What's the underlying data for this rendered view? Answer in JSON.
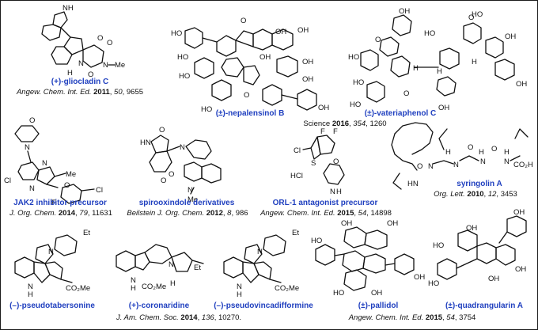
{
  "compounds": [
    {
      "key": "gliocladin",
      "name": "(+)-gliocladin C",
      "journal": "Angew. Chem. Int. Ed.",
      "year": "2011",
      "volume": "50",
      "page": "9655"
    },
    {
      "key": "nepalensinol",
      "name": "(±)-nepalensinol B",
      "journal": "",
      "year": "",
      "volume": "",
      "page": ""
    },
    {
      "key": "vateriaphenol",
      "name": "(±)-vateriaphenol C",
      "journal": "",
      "year": "",
      "volume": "",
      "page": ""
    },
    {
      "key": "jak2",
      "name": "JAK2 inhibitor precursor",
      "journal": "J. Org. Chem.",
      "year": "2014",
      "volume": "79",
      "page": "11631"
    },
    {
      "key": "spirooxindole",
      "name": "spirooxindole derivatives",
      "journal": "Beilstein J. Org. Chem.",
      "year": "2012",
      "volume": "8",
      "page": "986"
    },
    {
      "key": "orl1",
      "name": "ORL-1 antagonist precursor",
      "journal": "Angew. Chem. Int. Ed.",
      "year": "2015",
      "volume": "54",
      "page": "14898"
    },
    {
      "key": "syringolin",
      "name": "syringolin A",
      "journal": "Org. Lett.",
      "year": "2010",
      "volume": "12",
      "page": "3453"
    },
    {
      "key": "pseudotabersonine",
      "name": "(–)-pseudotabersonine",
      "journal": "",
      "year": "",
      "volume": "",
      "page": ""
    },
    {
      "key": "coronaridine",
      "name": "(+)-coronaridine",
      "journal": "",
      "year": "",
      "volume": "",
      "page": ""
    },
    {
      "key": "pseudovincadifformine",
      "name": "(–)-pseudovincadifformine",
      "journal": "",
      "year": "",
      "volume": "",
      "page": ""
    },
    {
      "key": "pallidol",
      "name": "(±)-pallidol",
      "journal": "",
      "year": "",
      "volume": "",
      "page": ""
    },
    {
      "key": "quadrangularin",
      "name": "(±)-quadrangularin A",
      "journal": "",
      "year": "",
      "volume": "",
      "page": ""
    }
  ],
  "shared_refs": {
    "science": {
      "journal": "Science",
      "year": "2016",
      "volume": "354",
      "page": "1260"
    },
    "jacs": {
      "journal": "J. Am. Chem. Soc.",
      "year": "2014",
      "volume": "136",
      "page": "10270."
    },
    "angew2015": {
      "journal": "Angew. Chem. Int. Ed.",
      "year": "2015",
      "volume": "54",
      "page": "3754"
    }
  },
  "atom_labels": {
    "NH": "NH",
    "N": "N",
    "H": "H",
    "O": "O",
    "OH": "OH",
    "HO": "HO",
    "Me": "Me",
    "N_Me": "–Me",
    "Cl": "Cl",
    "F": "F",
    "HCl": "HCl",
    "S": "S",
    "HN": "HN",
    "CO2Me": "CO₂Me",
    "CO2H": "CO₂H",
    "Et": "Et"
  },
  "colors": {
    "name": "#1f3fbf",
    "text": "#111111",
    "border": "#1a1a1a"
  }
}
